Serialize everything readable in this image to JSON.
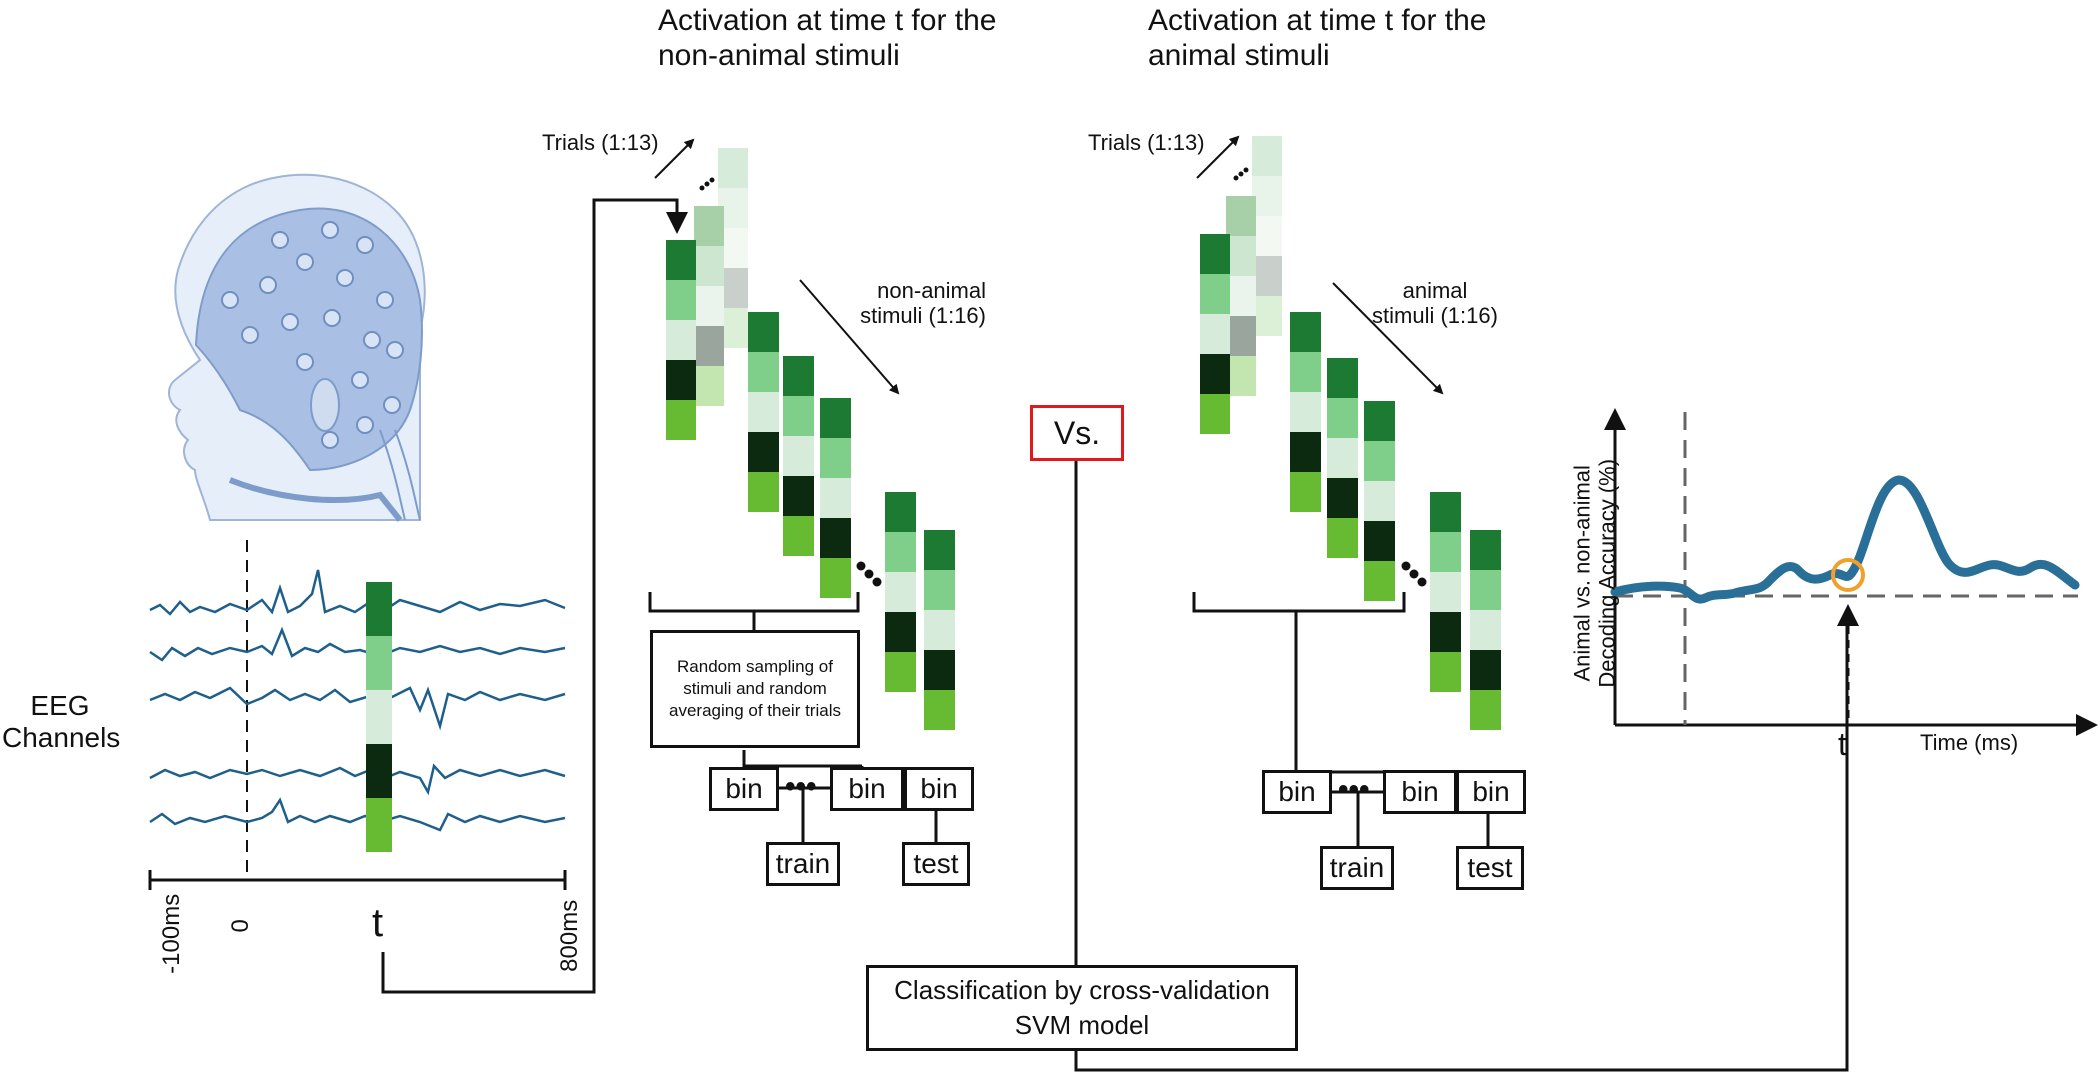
{
  "titles": {
    "non_animal": "Activation at time t for the non-animal stimuli",
    "animal": "Activation at time t for the animal stimuli"
  },
  "trials_label": "Trials (1:13)",
  "non_animal_stimuli_label": "non-animal stimuli (1:16)",
  "animal_stimuli_label": "animal stimuli (1:16)",
  "eeg": {
    "label": "EEG Channels",
    "tick_start": "-100ms",
    "tick_zero": "0",
    "tick_end": "800ms",
    "time_marker": "t"
  },
  "sampling_box": "Random sampling of stimuli and random averaging of their trials",
  "bin_label": "bin",
  "train_label": "train",
  "test_label": "test",
  "vs_label": "Vs.",
  "classification_box": "Classification by cross-validation SVM model",
  "plot": {
    "ylabel_line1": "Animal vs. non-animal",
    "ylabel_line2": "Decoding  Accuracy (%)",
    "xlabel": "Time (ms)",
    "t_label": "t"
  },
  "colors": {
    "accent_line": "#2a6f97",
    "vs_border": "#e0191c",
    "highlight_circle": "#f0a02c",
    "green_dark": "#1c7a33",
    "green_mid": "#7fcf8a",
    "green_light": "#d6ebd9",
    "green_black": "#0b2a10",
    "green_bright": "#66bb33"
  },
  "icons": [
    "eeg-head-icon",
    "arrow-icon",
    "ellipsis-icon"
  ]
}
